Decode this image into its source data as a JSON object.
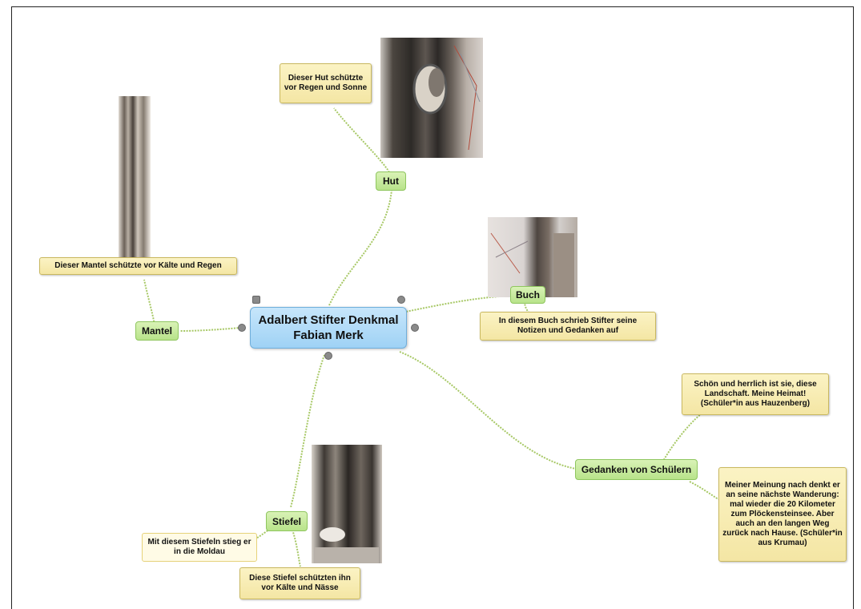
{
  "central": {
    "line1": "Adalbert Stifter Denkmal",
    "line2": "Fabian Merk"
  },
  "topics": {
    "hut": "Hut",
    "buch": "Buch",
    "mantel": "Mantel",
    "stiefel": "Stiefel",
    "gedanken": "Gedanken von Schülern"
  },
  "notes": {
    "hut": "Dieser Hut schützte vor Regen und Sonne",
    "mantel": "Dieser Mantel schützte vor Kälte und Regen",
    "buch": "In diesem Buch schrieb Stifter seine Notizen und Gedanken auf",
    "gedanken_1": "Schön und herrlich ist sie, diese Landschaft. Meine Heimat! (Schüler*in aus Hauzenberg)",
    "gedanken_2": "Meiner Meinung nach denkt er an seine nächste Wanderung: mal wieder die 20 Kilometer zum Plöckensteinsee. Aber auch an den langen Weg zurück nach Hause. (Schüler*in aus Krumau)",
    "stiefel_1": "Mit diesem Stiefeln stieg er in die Moldau",
    "stiefel_2": "Diese Stiefel schützten ihn vor Kälte und Nässe"
  },
  "images": {
    "hut": "photo-hat",
    "mantel": "photo-coat",
    "buch": "photo-book",
    "stiefel": "photo-boot"
  },
  "colors": {
    "central_fill": "#9fd2f5",
    "topic_fill": "#b8e38a",
    "note_fill": "#f4e6a4",
    "connector": "#9fc25a"
  }
}
